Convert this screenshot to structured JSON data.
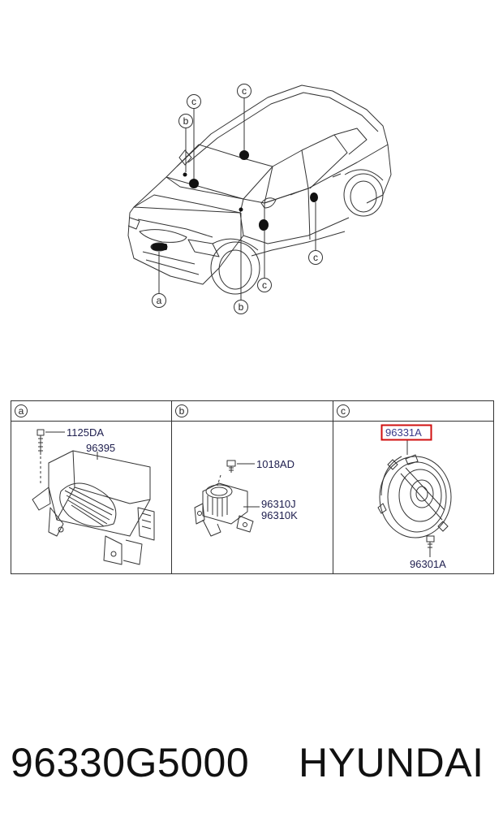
{
  "callouts": {
    "a": "a",
    "b": "b",
    "c": "c"
  },
  "panels": [
    {
      "letter": "a",
      "parts": [
        "1125DA",
        "96395"
      ]
    },
    {
      "letter": "b",
      "parts": [
        "1018AD",
        "96310J",
        "96310K"
      ]
    },
    {
      "letter": "c",
      "parts": [
        "96331A",
        "96301A"
      ],
      "highlighted": "96331A"
    }
  ],
  "footer": {
    "part_number": "96330G5000",
    "brand": "HYUNDAI"
  },
  "colors": {
    "highlight_box": "#d01010",
    "line": "#2a2a2a"
  }
}
